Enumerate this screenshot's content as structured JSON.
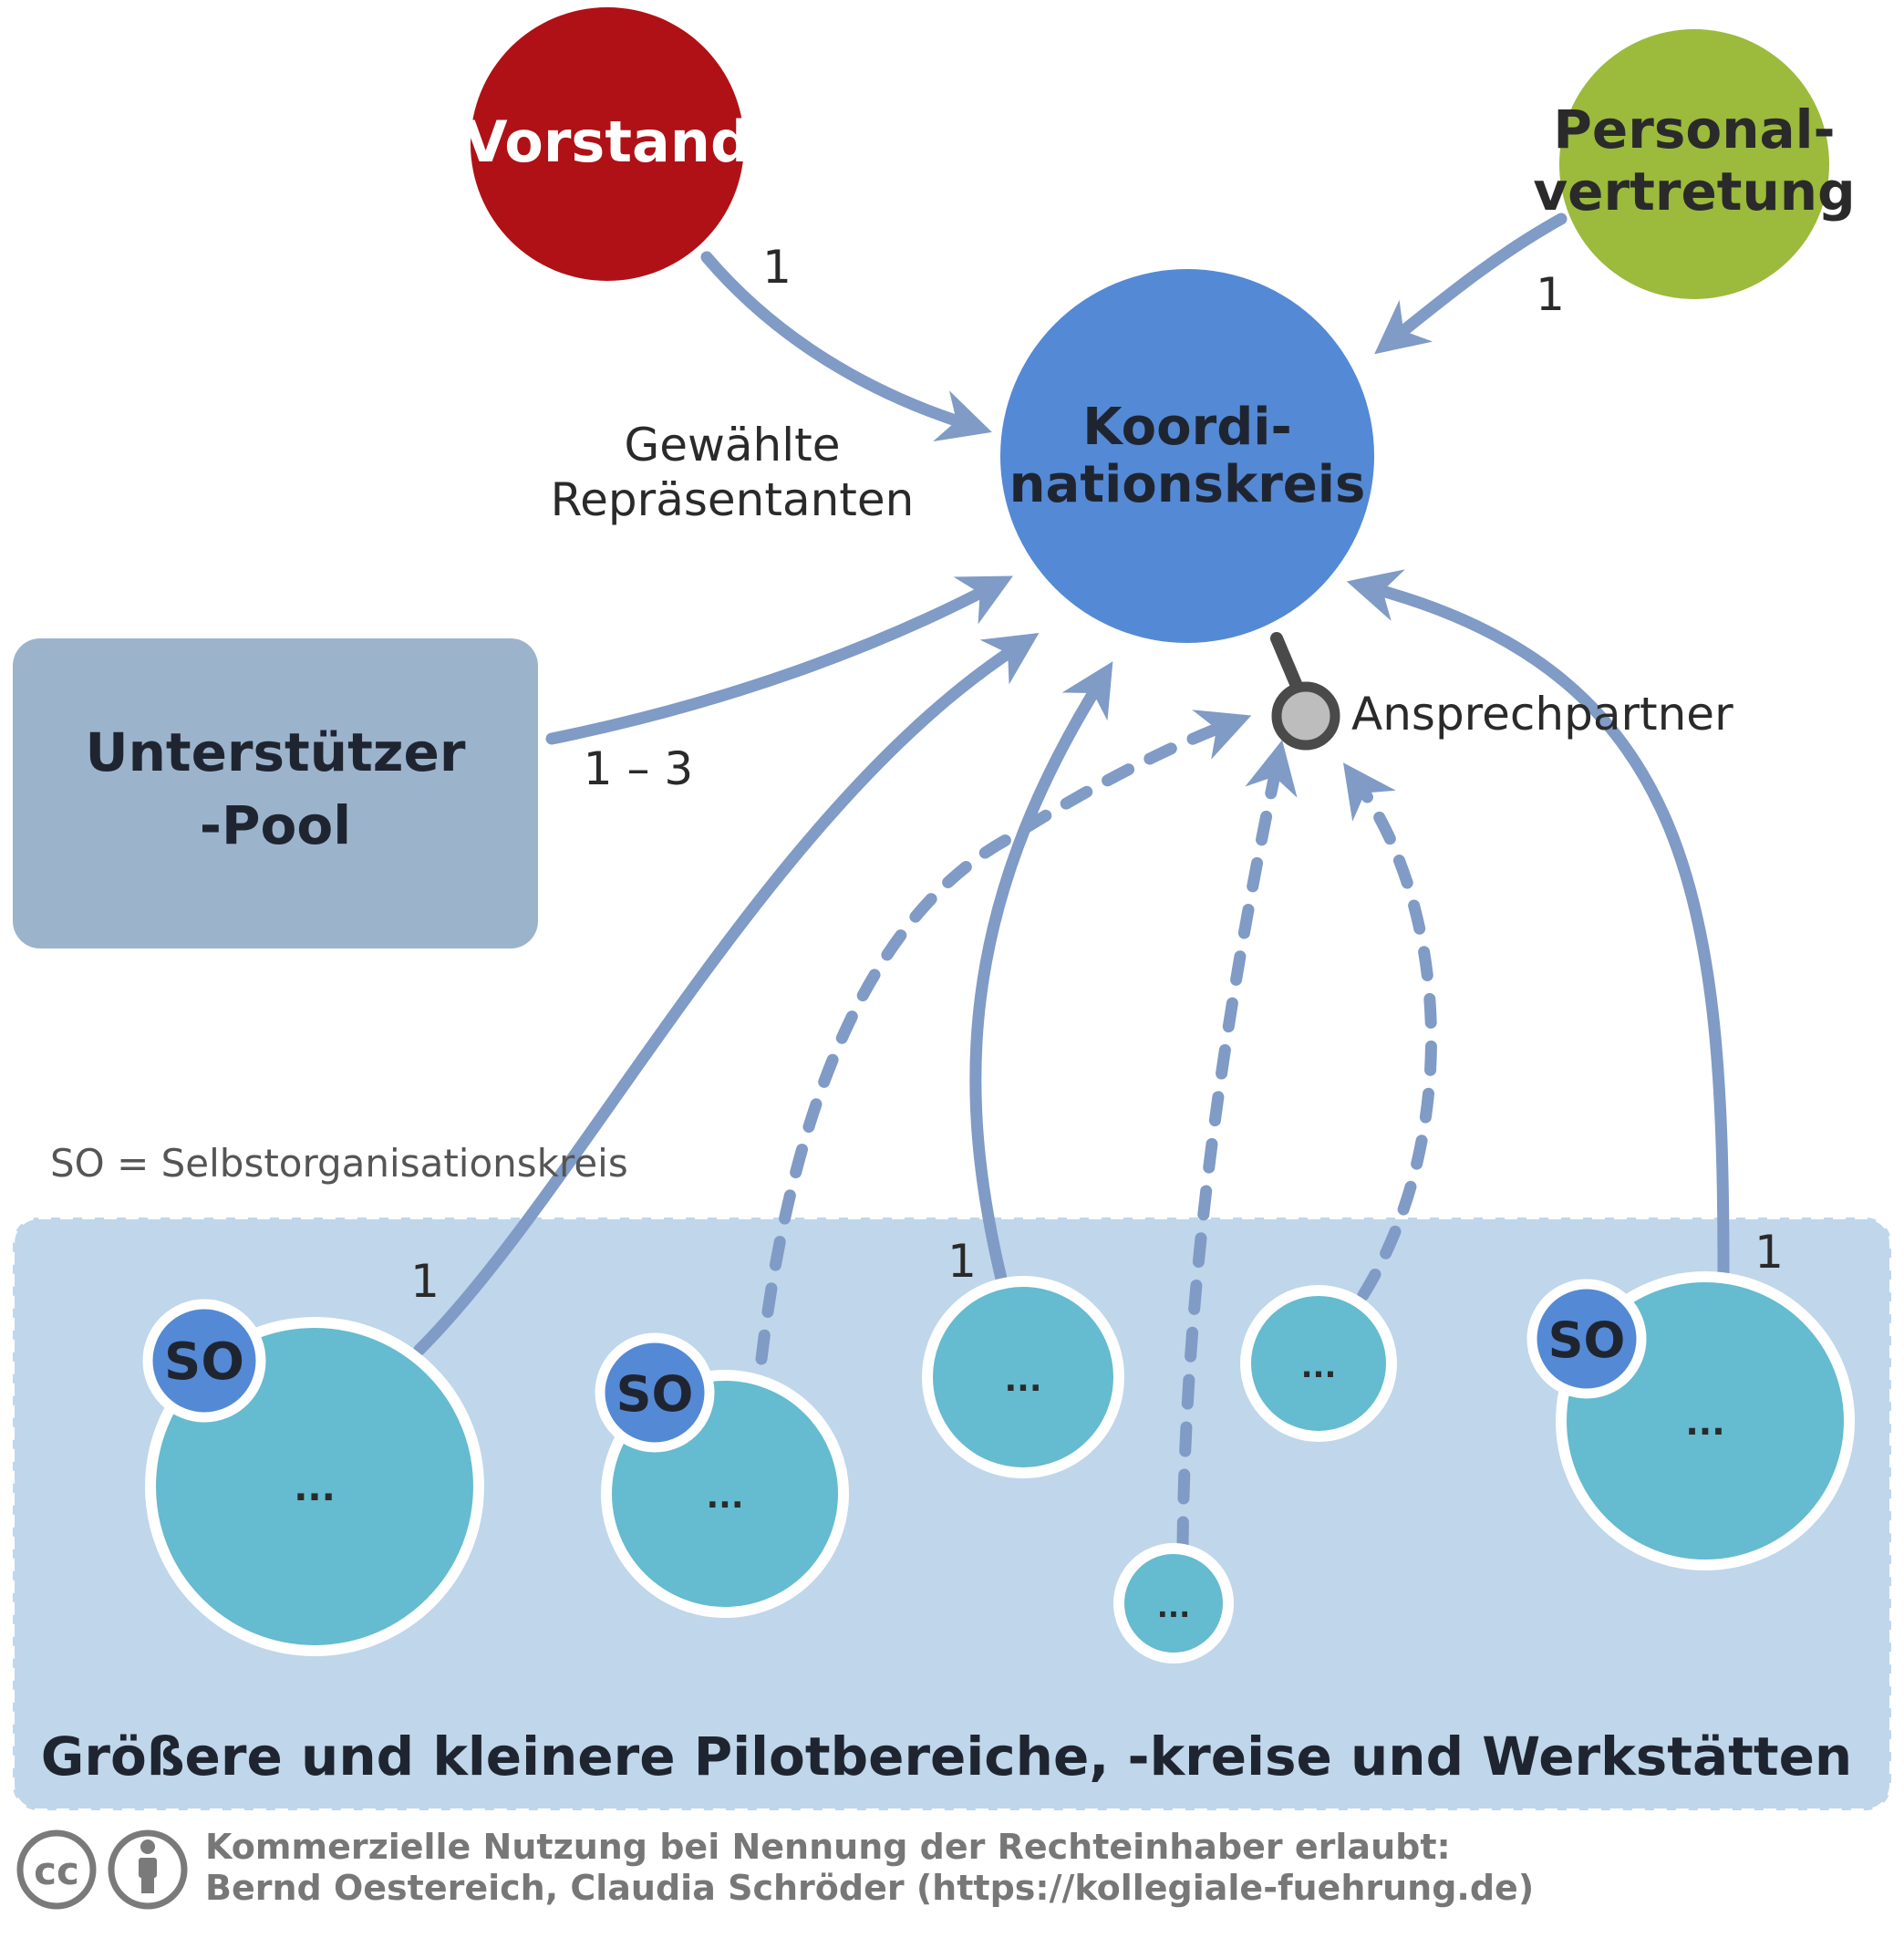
{
  "nodes": {
    "vorstand": "Vorstand",
    "personal_line1": "Personal-",
    "personal_line2": "vertretung",
    "koord_line1": "Koordi-",
    "koord_line2": "nationskreis",
    "pool_line1": "Unterstützer",
    "pool_line2": "-Pool"
  },
  "labels": {
    "gewaehlte_line1": "Gewählte",
    "gewaehlte_line2": "Repräsentanten",
    "ansprechpartner": "Ansprechpartner",
    "legend_so": "SO = Selbstorganisationskreis",
    "count_vorstand": "1",
    "count_personal": "1",
    "count_pool": "1 – 3",
    "count_circle1": "1",
    "count_circle3": "1",
    "count_circle6": "1"
  },
  "pilot_area": {
    "title": "Größere und kleinere Pilotbereiche, -kreise und Werkstätten",
    "so_badge": "SO",
    "ellipsis": "..."
  },
  "footer": {
    "line1": "Kommerzielle Nutzung bei Nennung der Rechteinhaber erlaubt:",
    "line2": "Bernd Oestereich, Claudia Schröder (https://kollegiale-fuehrung.de)",
    "cc_label": "cc"
  },
  "colors": {
    "vorstand": "#b01116",
    "personal": "#9cba3c",
    "koord": "#5489d5",
    "pool": "#9cb3cc",
    "area": "#c0d6ea",
    "arrow": "#7f9bc6",
    "circle": "#65bbcf",
    "so_badge": "#5489d5"
  }
}
